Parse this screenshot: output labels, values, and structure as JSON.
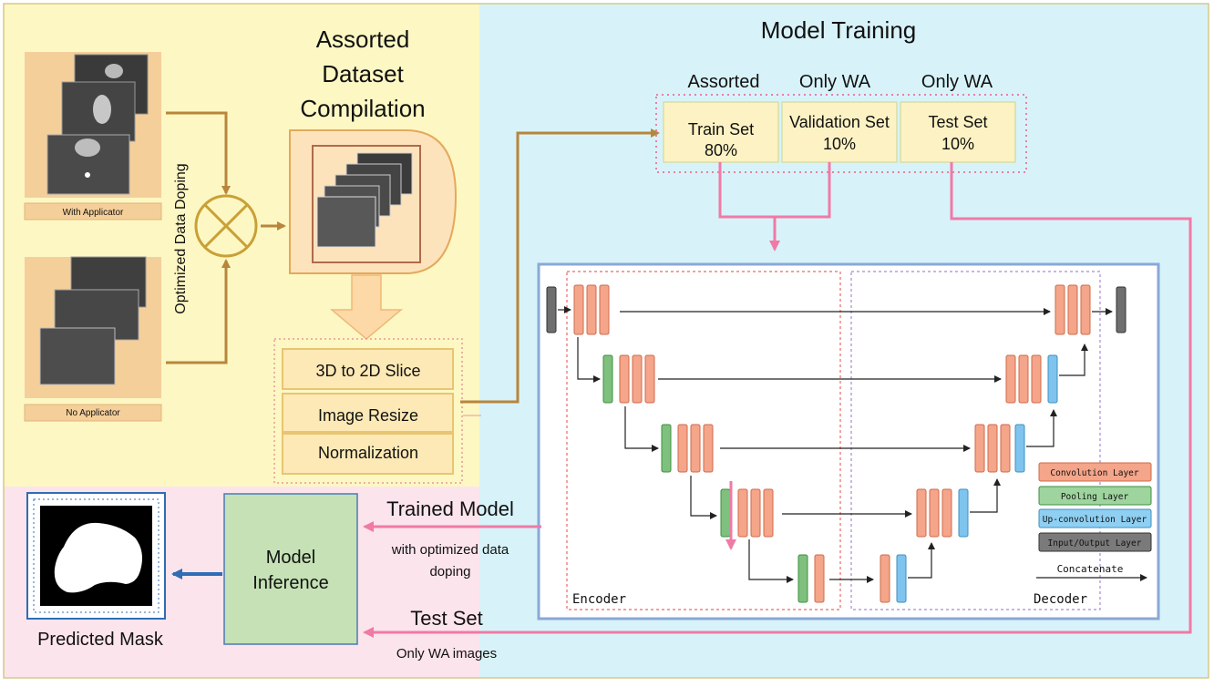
{
  "sections": {
    "dataset_title": [
      "Assorted",
      "Dataset",
      "Compilation"
    ],
    "training_title": "Model Training"
  },
  "inputs": {
    "with_applicator": "With Applicator",
    "no_applicator": "No Applicator",
    "doping_label": "Optimized Data Doping"
  },
  "preprocessing": [
    "3D to 2D Slice",
    "Image Resize",
    "Normalization"
  ],
  "splits": [
    {
      "header": "Assorted",
      "name": "Train Set",
      "pct": "80%"
    },
    {
      "header": "Only WA",
      "name": "Validation Set",
      "pct": "10%"
    },
    {
      "header": "Only WA",
      "name": "Test Set",
      "pct": "10%"
    }
  ],
  "unet": {
    "encoder": "Encoder",
    "decoder": "Decoder",
    "legend": [
      "Convolution Layer",
      "Pooling Layer",
      "Up-convolution Layer",
      "Input/Output Layer"
    ],
    "concatenate": "Concatenate"
  },
  "inference": {
    "box": [
      "Model",
      "Inference"
    ],
    "trained_model": "Trained Model",
    "trained_sub": [
      "with optimized data",
      "doping"
    ],
    "test_set": "Test Set",
    "test_sub": "Only WA images",
    "predicted_mask": "Predicted Mask"
  },
  "colors": {
    "yellow_bg": "#fdf7c3",
    "blue_bg": "#d7f3f9",
    "pink_bg": "#fce4ec",
    "conv": "#f4a58a",
    "pool": "#7fc07f",
    "upconv": "#7ec4ee",
    "io": "#6f6f6f",
    "pink_arrow": "#f07aa6",
    "brown_arrow": "#b8863b"
  }
}
